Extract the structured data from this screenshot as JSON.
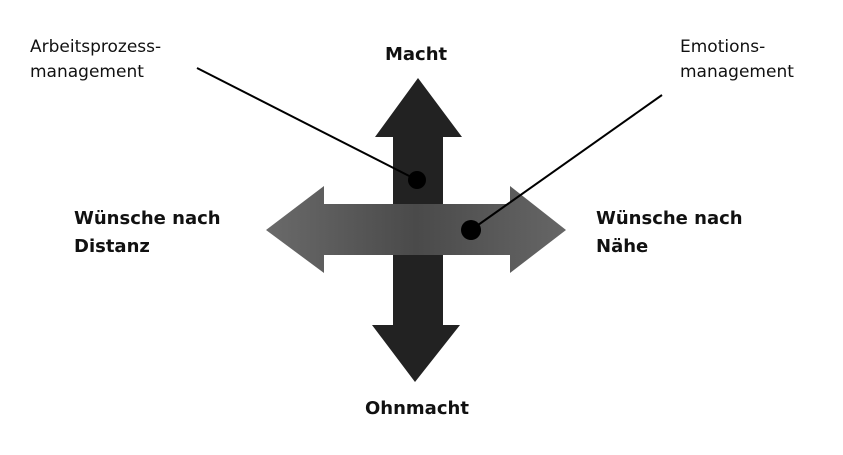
{
  "callouts": {
    "left": {
      "line1": "Arbeitsprozess-",
      "line2": "management"
    },
    "right": {
      "line1": "Emotions-",
      "line2": "management"
    }
  },
  "axes": {
    "top": "Macht",
    "bottom": "Ohnmacht",
    "left": {
      "line1": "Wünsche nach",
      "line2": "Distanz"
    },
    "right": {
      "line1": "Wünsche nach",
      "line2": "Nähe"
    }
  },
  "colors": {
    "vertical_arrow": "#222222",
    "horizontal_arrow": "#5a5a5a",
    "text": "#111111"
  }
}
